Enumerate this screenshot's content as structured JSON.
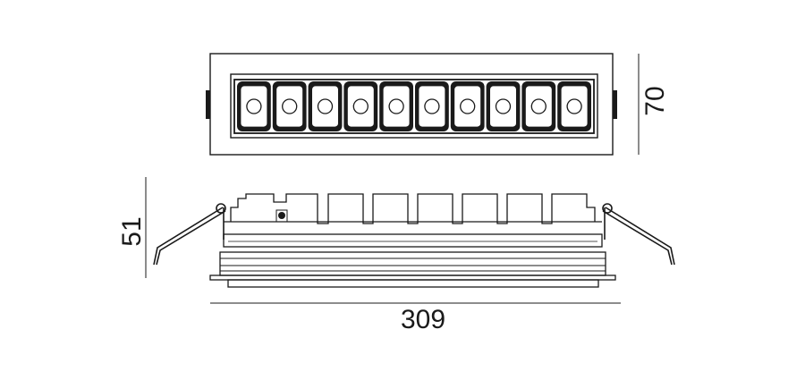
{
  "drawing": {
    "dimensions": {
      "height_top_view": "70",
      "height_side_view": "51",
      "width": "309"
    },
    "led_count": 10,
    "colors": {
      "line": "#1a1a1a",
      "background": "#ffffff"
    }
  }
}
